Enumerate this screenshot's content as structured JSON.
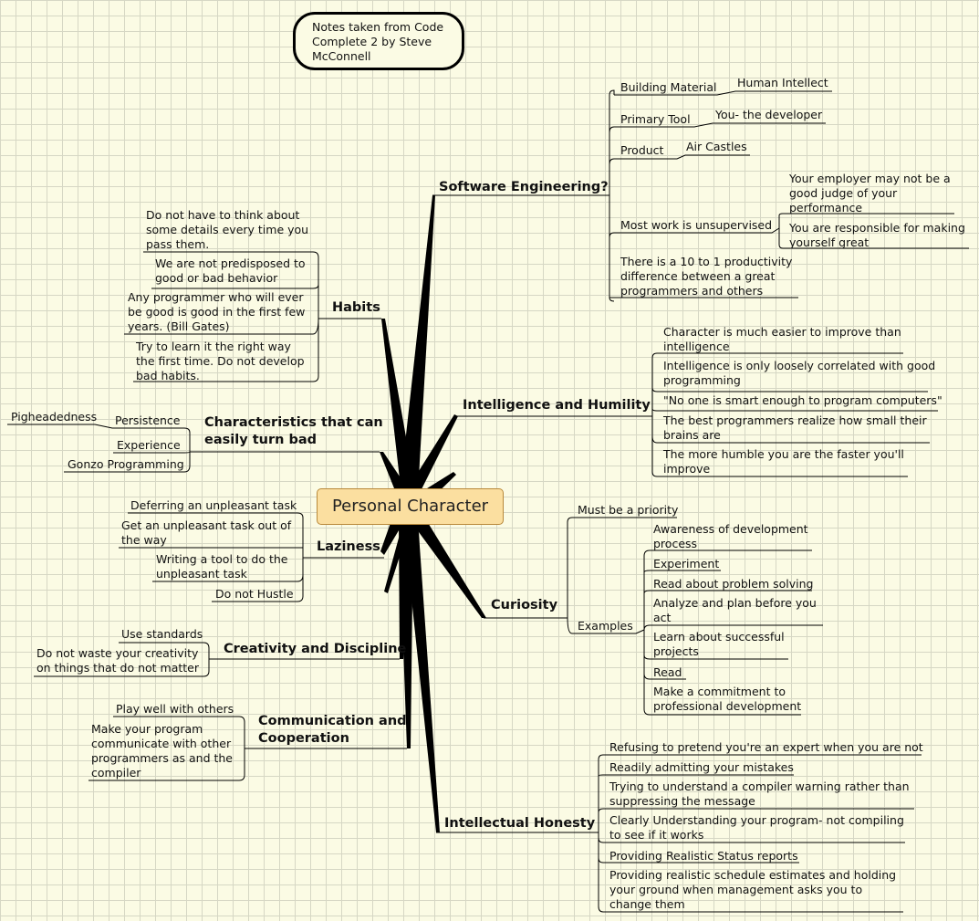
{
  "note": "Notes taken from Code Complete 2 by Steve McConnell",
  "center": "Personal Character",
  "software": {
    "title": "Software Engineering?",
    "building_material": "Building Material",
    "human_intellect": "Human Intellect",
    "primary_tool": "Primary Tool",
    "you_developer": "You- the developer",
    "product": "Product",
    "air_castles": "Air Castles",
    "unsupervised": "Most work is unsupervised",
    "employer": "Your employer may not be a good judge of your performance",
    "responsible": "You are responsible for making yourself great",
    "productivity": "There is a 10 to 1 productivity difference between a great programmers and others"
  },
  "habits": {
    "title": "Habits",
    "items": [
      "Do not have to think about some details every time you pass them.",
      "We are not predisposed to good or bad behavior",
      "Any programmer who will ever be good is good in the first few years. (Bill Gates)",
      "Try to learn it the right way the first time. Do not develop bad habits."
    ]
  },
  "characteristics": {
    "title": "Characteristics that can easily turn bad",
    "persistence": "Persistence",
    "pigheadedness": "Pigheadedness",
    "experience": "Experience",
    "gonzo": "Gonzo Programming"
  },
  "intelligence": {
    "title": "Intelligence and Humility",
    "items": [
      "Character is much easier to improve than intelligence",
      "Intelligence is only loosely correlated with good programming",
      "\"No one is smart enough to program computers\"",
      "The best programmers realize how small their brains are",
      "The more humble you are the faster you'll improve"
    ]
  },
  "laziness": {
    "title": "Laziness",
    "items": [
      "Deferring an unpleasant task",
      "Get an unpleasant task out of the way",
      "Writing a tool to do the unpleasant task",
      "Do not Hustle"
    ]
  },
  "curiosity": {
    "title": "Curiosity",
    "priority": "Must be a priority",
    "examples_label": "Examples",
    "examples": [
      "Awareness of development process",
      "Experiment",
      "Read about problem solving",
      "Analyze and plan before you act",
      "Learn about successful projects",
      "Read",
      "Make a commitment to professional development"
    ]
  },
  "creativity": {
    "title": "Creativity and Discipline",
    "items": [
      "Use standards",
      "Do not waste your creativity on things that do not matter"
    ]
  },
  "communication": {
    "title": "Communication and Cooperation",
    "items": [
      "Play well with others",
      "Make your program communicate with other programmers as and the compiler"
    ]
  },
  "honesty": {
    "title": "Intellectual Honesty",
    "items": [
      "Refusing to pretend you're an expert when you are not",
      "Readily admitting your mistakes",
      "Trying to understand a compiler warning rather than suppressing the message",
      "Clearly Understanding your program- not compiling to see if it works",
      "Providing Realistic Status reports",
      "Providing realistic schedule estimates and holding your ground when management asks you to change them"
    ]
  }
}
